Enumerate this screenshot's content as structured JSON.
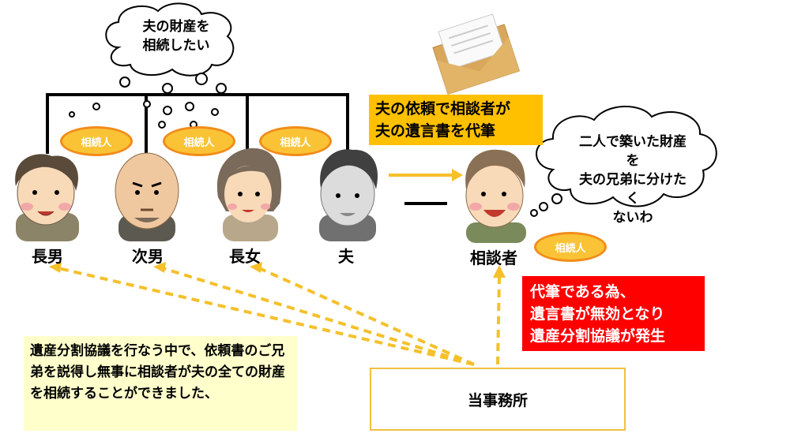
{
  "cloud_husband": "夫の財産を\n相続したい",
  "cloud_client": "二人で築いた財産を\n夫の兄弟に分けたく\nないわ",
  "badge_label": "相続人",
  "names": {
    "elder_son": "長男",
    "second_son": "次男",
    "elder_daughter": "長女",
    "husband": "夫",
    "client": "相談者"
  },
  "orange_box": "夫の依頼で相談者が\n夫の遺言書を代筆",
  "red_box": "代筆である為、\n遺言書が無効となり\n遺産分割協議が発生",
  "note": "遺産分割協議を行なう中で、依頼書のご兄弟を説得し無事に相談者が夫の全ての財産を相続することができました、",
  "office": "当事務所",
  "colors": {
    "orange": "#ffc000",
    "red": "#ff0000",
    "note_bg": "#ffffcc",
    "arrow": "#f5c02a",
    "badge_fill": "#f9c335",
    "badge_border": "#f28c1a"
  }
}
